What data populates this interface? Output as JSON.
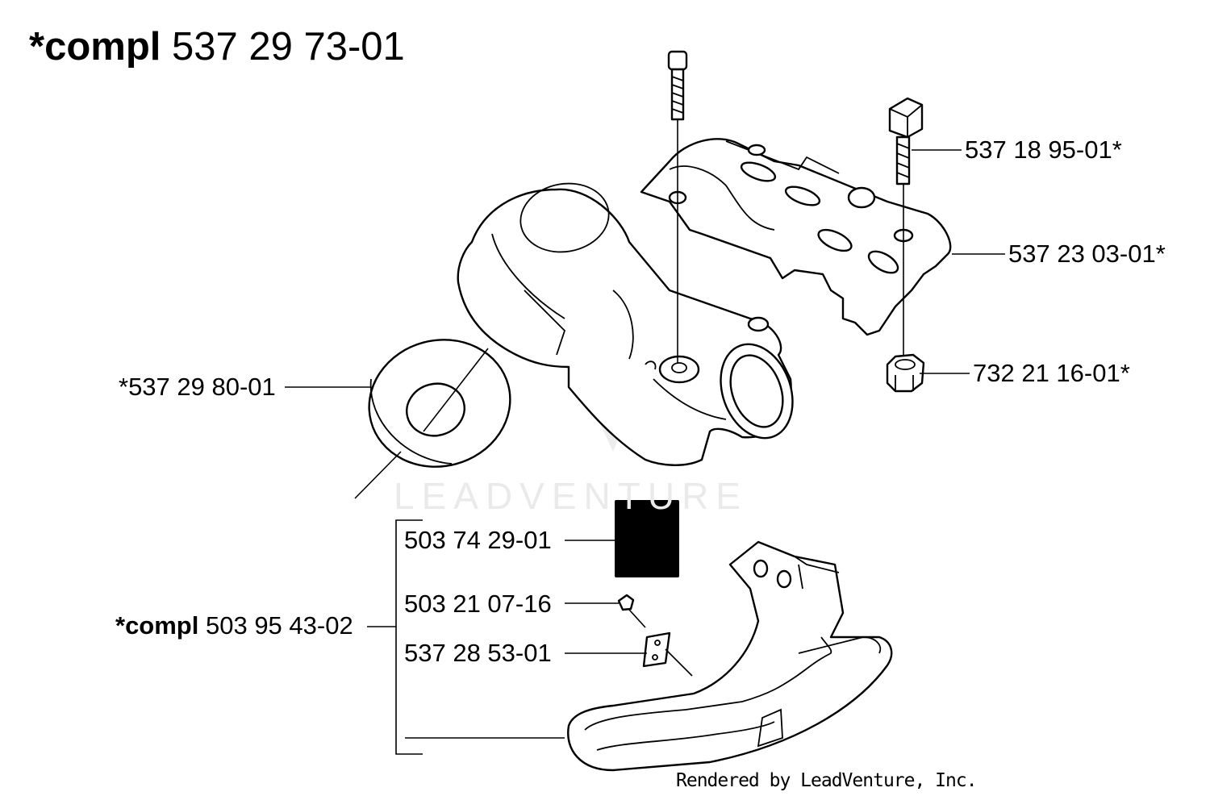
{
  "title": {
    "prefix": "*compl",
    "number": "537 29 73-01"
  },
  "callouts": [
    {
      "id": "bolt-with-nut-insert",
      "text": "537 18 95-01*"
    },
    {
      "id": "shield-plate",
      "text": "537 23 03-01*"
    },
    {
      "id": "lock-nut",
      "text": "732 21 16-01*"
    },
    {
      "id": "washer",
      "text": "*537 29 80-01"
    },
    {
      "id": "decal",
      "text": "503 74 29-01"
    },
    {
      "id": "screw",
      "text": "503 21 07-16"
    },
    {
      "id": "clamp-plate",
      "text": "537 28 53-01"
    }
  ],
  "guard_assembly": {
    "prefix": "*compl",
    "number": "503 95 43-02"
  },
  "watermark": "LEADVENTURE",
  "credit": "Rendered by LeadVenture, Inc."
}
